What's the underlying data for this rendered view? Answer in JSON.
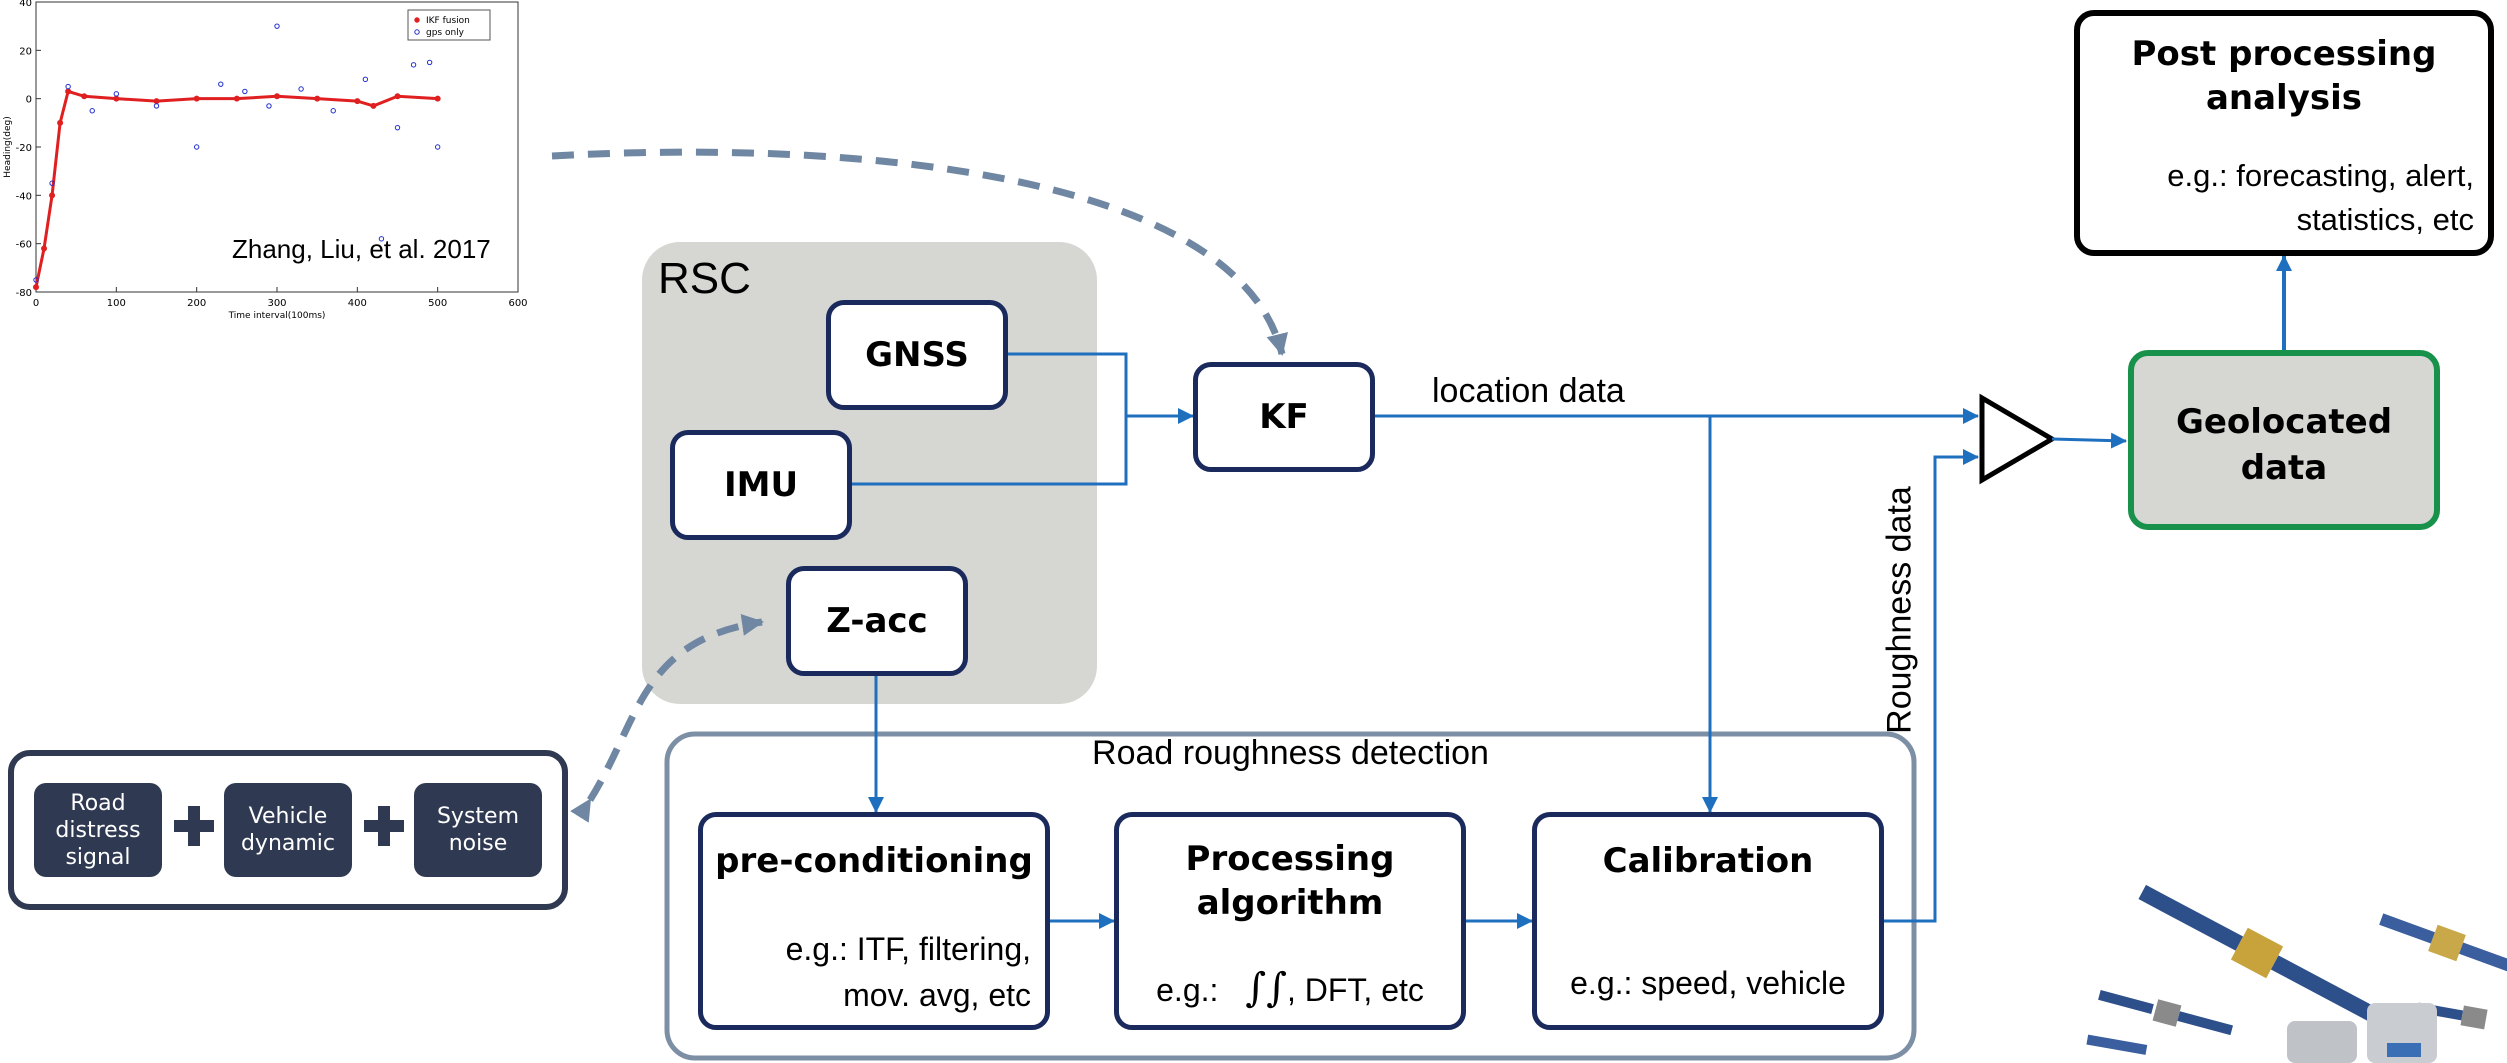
{
  "inset_chart": {
    "citation": "Zhang, Liu, et al. 2017",
    "chart_data": {
      "type": "scatter",
      "xlabel": "Time interval(100ms)",
      "ylabel": "Heading(deg)",
      "xlim": [
        0,
        600
      ],
      "ylim": [
        -80,
        40
      ],
      "x_ticks": [
        "0",
        "100",
        "200",
        "300",
        "400",
        "500",
        "600"
      ],
      "y_ticks": [
        "40",
        "20",
        "0",
        "-20",
        "-40",
        "-60",
        "-80"
      ],
      "legend_position": "top-right",
      "series": [
        {
          "name": "IKF fusion",
          "color": "#e02020",
          "x": [
            0,
            10,
            20,
            30,
            40,
            60,
            100,
            150,
            200,
            250,
            300,
            350,
            400,
            420,
            450,
            500
          ],
          "y": [
            -78,
            -62,
            -40,
            -10,
            3,
            1,
            0,
            -1,
            0,
            0,
            1,
            0,
            -1,
            -3,
            1,
            0
          ]
        },
        {
          "name": "gps only",
          "color": "#2030d0",
          "x": [
            0,
            20,
            40,
            70,
            100,
            150,
            200,
            230,
            260,
            290,
            300,
            330,
            370,
            410,
            430,
            450,
            470,
            490,
            500
          ],
          "y": [
            -75,
            -35,
            5,
            -5,
            2,
            -3,
            -20,
            6,
            3,
            -3,
            30,
            4,
            -5,
            8,
            -58,
            -12,
            14,
            15,
            -20
          ]
        }
      ]
    }
  },
  "rsc": {
    "title": "RSC",
    "gnss": "GNSS",
    "imu": "IMU",
    "zacc": "Z-acc"
  },
  "kf": {
    "label": "KF"
  },
  "location_label": "location data",
  "roughness_label": "Roughness data",
  "post": {
    "title_line1": "Post processing",
    "title_line2": "analysis",
    "desc_line1": "e.g.: forecasting, alert,",
    "desc_line2": "statistics, etc"
  },
  "geolocated": {
    "line1": "Geolocated",
    "line2": "data"
  },
  "signal": {
    "road": [
      "Road",
      "distress",
      "signal"
    ],
    "vehicle": [
      "Vehicle",
      "dynamic"
    ],
    "system": [
      "System",
      "noise"
    ],
    "plus": "+"
  },
  "road_roughness": {
    "title": "Road roughness detection",
    "precond": {
      "title": "pre-conditioning",
      "desc_line1": "e.g.: ITF, filtering,",
      "desc_line2": "mov. avg, etc"
    },
    "processing": {
      "title_line1": "Processing",
      "title_line2": "algorithm",
      "desc_prefix": "e.g.:",
      "desc_symbol": "∫∫",
      "desc_suffix": ", DFT, etc"
    },
    "calibration": {
      "title": "Calibration",
      "desc": "e.g.: speed, vehicle"
    }
  },
  "colors": {
    "navy": "#1a2a5c",
    "arrow_blue": "#1f6fbf",
    "dashed_gray": "#6f87a3",
    "rsc_bg": "#d6d6d3",
    "green": "#18914b",
    "pill": "#2f3a52"
  }
}
